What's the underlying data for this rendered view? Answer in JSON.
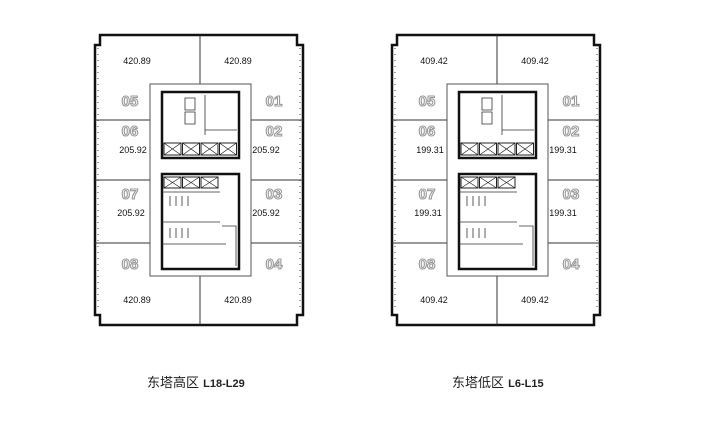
{
  "plans": [
    {
      "caption": "东塔高区",
      "levels": "L18-L29",
      "units": [
        "01",
        "02",
        "03",
        "04",
        "05",
        "06",
        "07",
        "08"
      ],
      "areas": {
        "01": "420.89",
        "02": "205.92",
        "03": "205.92",
        "04": "420.89",
        "05": "420.89",
        "06": "205.92",
        "07": "205.92",
        "08": "420.89"
      }
    },
    {
      "caption": "东塔低区",
      "levels": "L6-L15",
      "units": [
        "01",
        "02",
        "03",
        "04",
        "05",
        "06",
        "07",
        "08"
      ],
      "areas": {
        "01": "409.42",
        "02": "199.31",
        "03": "199.31",
        "04": "409.42",
        "05": "409.42",
        "06": "199.31",
        "07": "199.31",
        "08": "409.42"
      }
    }
  ]
}
